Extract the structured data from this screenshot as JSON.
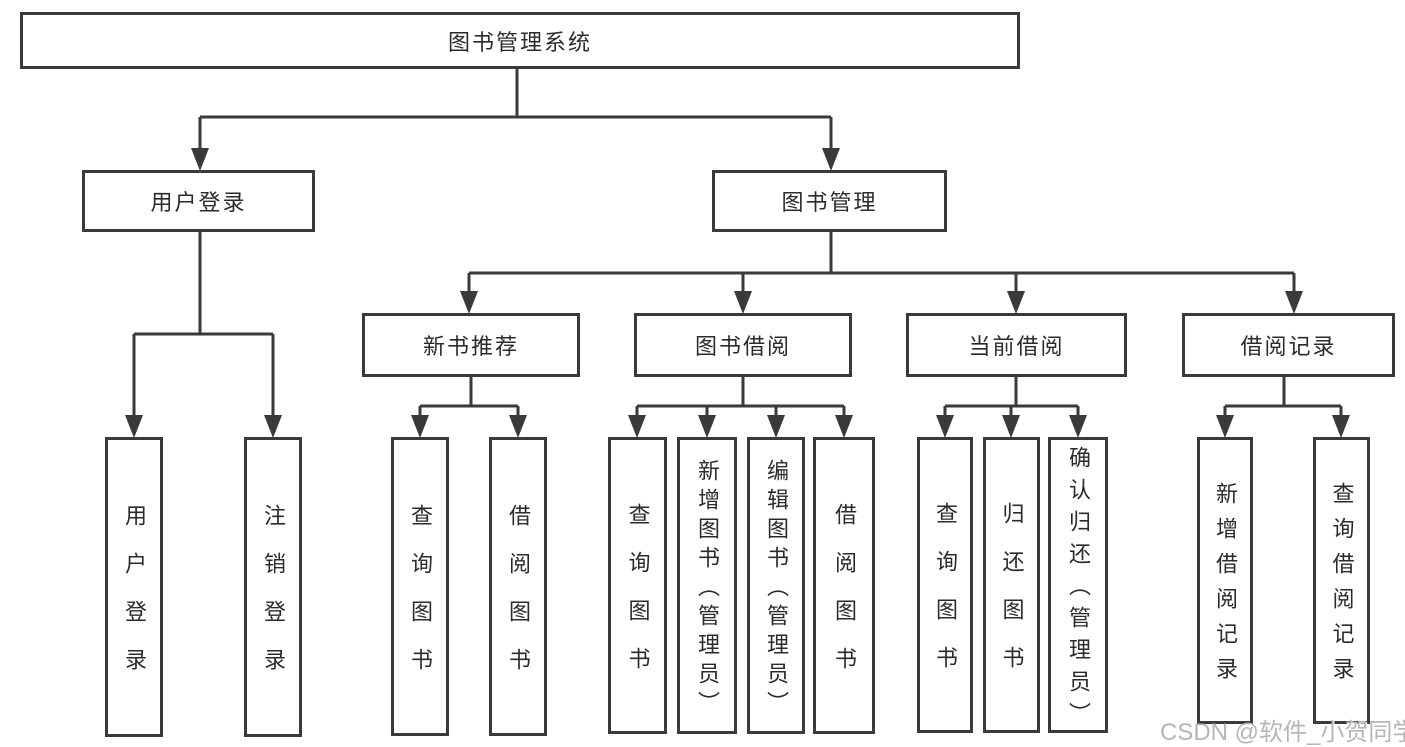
{
  "root": {
    "label": "图书管理系统"
  },
  "user_branch": {
    "label": "用户登录",
    "children": [
      {
        "label": "用户登录"
      },
      {
        "label": "注销登录"
      }
    ]
  },
  "book_branch": {
    "label": "图书管理",
    "groups": [
      {
        "label": "新书推荐",
        "children": [
          {
            "label": "查询图书"
          },
          {
            "label": "借阅图书"
          }
        ]
      },
      {
        "label": "图书借阅",
        "children": [
          {
            "label": "查询图书"
          },
          {
            "label": "新增图书（管理员）"
          },
          {
            "label": "编辑图书（管理员）"
          },
          {
            "label": "借阅图书"
          }
        ]
      },
      {
        "label": "当前借阅",
        "children": [
          {
            "label": "查询图书"
          },
          {
            "label": "归还图书"
          },
          {
            "label": "确认归还（管理员）"
          }
        ]
      },
      {
        "label": "借阅记录",
        "children": [
          {
            "label": "新增借阅记录"
          },
          {
            "label": "查询借阅记录"
          }
        ]
      }
    ]
  },
  "watermark": {
    "text": "CSDN @软件_小贺同学"
  },
  "colors": {
    "line": "#3a3a3a",
    "text": "#2b2b2b",
    "background": "#ffffff",
    "watermark": "#b2b2b2"
  }
}
